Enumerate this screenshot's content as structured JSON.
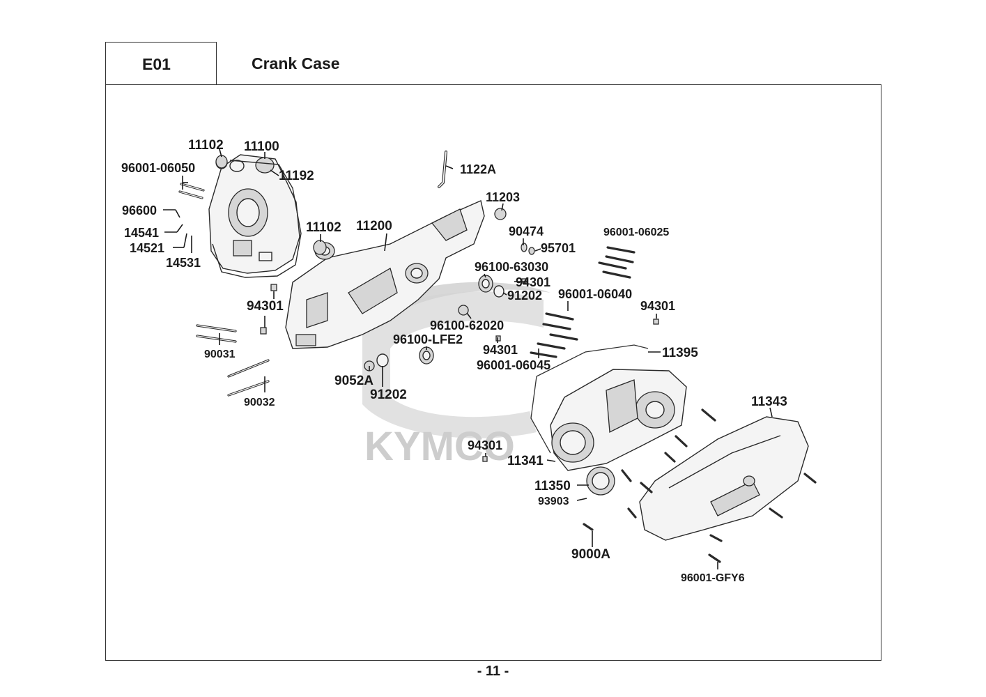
{
  "header": {
    "section_code": "E01",
    "section_title": "Crank Case"
  },
  "watermark": {
    "brand_text": "KYMCO",
    "color": "#c8c8c8"
  },
  "parts": {
    "p11102_top": "11102",
    "p11100": "11100",
    "p96001_06050": "96001-06050",
    "p11192": "11192",
    "p1122A": "1122A",
    "p11203": "11203",
    "p96600": "96600",
    "p14541": "14541",
    "p14521": "14521",
    "p14531": "14531",
    "p11102_mid": "11102",
    "p11200": "11200",
    "p90474": "90474",
    "p95701": "95701",
    "p96001_06025": "96001-06025",
    "p96100_63030": "96100-63030",
    "p94301_a": "94301",
    "p91202_a": "91202",
    "p96001_06040": "96001-06040",
    "p94301_b": "94301",
    "p94301_c": "94301",
    "p96100_62020": "96100-62020",
    "p96100_LFE2": "96100-LFE2",
    "p94301_d": "94301",
    "p96001_06045": "96001-06045",
    "p11395": "11395",
    "p90031": "90031",
    "p9052A": "9052A",
    "p91202_b": "91202",
    "p90032": "90032",
    "p11343": "11343",
    "p94301_e": "94301",
    "p11341": "11341",
    "p11350": "11350",
    "p93903": "93903",
    "p9000A": "9000A",
    "p96001_GFY6": "96001-GFY6"
  },
  "page_number": "- 11 -"
}
